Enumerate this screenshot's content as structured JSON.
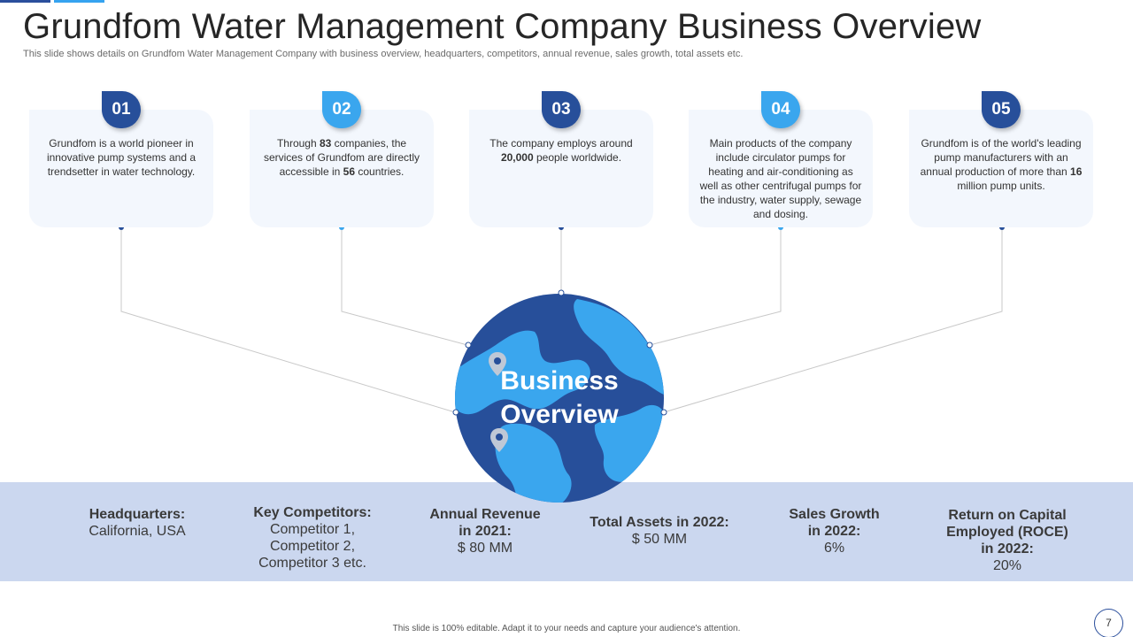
{
  "header": {
    "title": "Grundfom Water Management Company Business Overview",
    "subtitle": "This slide shows details on Grundfom Water Management Company with business overview, headquarters, competitors, annual revenue, sales growth, total assets etc."
  },
  "colors": {
    "dark_blue": "#274f9a",
    "light_blue": "#3aa6ee",
    "card_bg": "#f3f7fd",
    "band_bg": "#cbd7ef"
  },
  "cards": [
    {
      "number": "01",
      "text_html": "Grundfom  is a world pioneer in innovative  pump systems and a trendsetter in water technology."
    },
    {
      "number": "02",
      "text_html": "Through <b>83</b> companies, the services of Grundfom are directly accessible in <b>56</b> countries."
    },
    {
      "number": "03",
      "text_html": "The company employs around <b>20,000</b> people worldwide."
    },
    {
      "number": "04",
      "text_html": "Main products of the company include circulator pumps for heating and air-conditioning as well as other centrifugal pumps for the industry, water supply, sewage and dosing."
    },
    {
      "number": "05",
      "text_html": "Grundfom  is of the world's leading pump manufacturers with an annual production of more than <b>16</b> million pump units."
    }
  ],
  "center": {
    "line1": "Business",
    "line2": "Overview",
    "icons": [
      "map-pin-icon",
      "map-pin-icon"
    ]
  },
  "details": [
    {
      "label": "Headquarters:",
      "value": "California, USA"
    },
    {
      "label": "Key Competitors:",
      "value": "Competitor 1,\nCompetitor 2,\nCompetitor 3 etc."
    },
    {
      "label": "Annual Revenue\nin 2021:",
      "value": "$ 80 MM"
    },
    {
      "label": "Total Assets in 2022:",
      "value": "$ 50 MM"
    },
    {
      "label": "Sales Growth\nin 2022:",
      "value": "6%"
    },
    {
      "label": "Return on Capital\nEmployed (ROCE)\nin 2022:",
      "value": "20%"
    }
  ],
  "footer": {
    "note": "This slide is 100% editable. Adapt it to your needs and capture your audience's attention.",
    "page_number": "7"
  }
}
